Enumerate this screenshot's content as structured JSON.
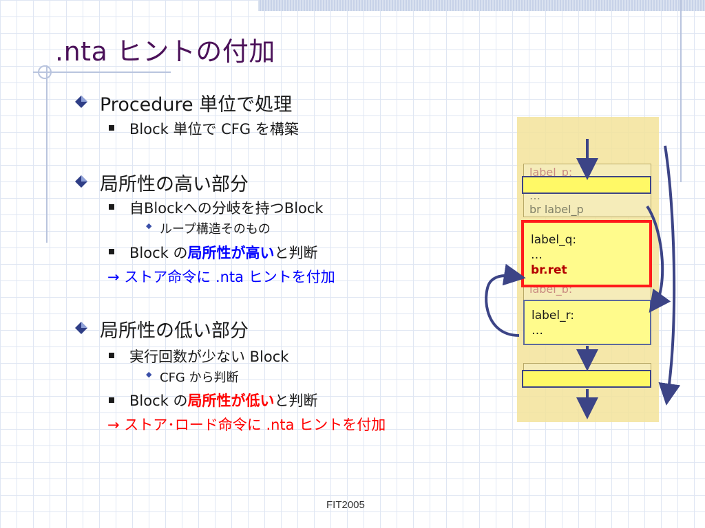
{
  "title": ".nta ヒントの付加",
  "footer": "FIT2005",
  "sections": [
    {
      "heading": "Procedure 単位で処理",
      "items": [
        "Block 単位で CFG を構築"
      ]
    },
    {
      "heading": "局所性の高い部分",
      "item1": "自Blockへの分岐を持つBlock",
      "sub1": "ループ構造そのもの",
      "item2_pre": "Block の",
      "item2_em": "局所性が高い",
      "item2_post": "と判断",
      "conclusion": "→ ストア命令に .nta ヒントを付加"
    },
    {
      "heading": "局所性の低い部分",
      "item1": "実行回数が少ない Block",
      "sub1": "CFG から判断",
      "item2_pre": "Block の",
      "item2_em": "局所性が低い",
      "item2_post": "と判断",
      "conclusion": "→ ストア･ロード命令に .nta ヒントを付加"
    }
  ],
  "diagram": {
    "ghost_top_label": "label_p:",
    "ghost_dots": "…",
    "ghost_br": "br label_p",
    "ghost_bottom_label": "label_b:",
    "block_q": {
      "label": "label_q:",
      "dots": "…",
      "instr": "br.ret"
    },
    "block_r": {
      "label": "label_r:",
      "dots": "…"
    }
  },
  "colors": {
    "title": "#4b1159",
    "highlight_blue": "#0000ff",
    "highlight_red": "#ff0000",
    "arrow": "#3c4486",
    "block_border_active": "#ff1a1a"
  }
}
